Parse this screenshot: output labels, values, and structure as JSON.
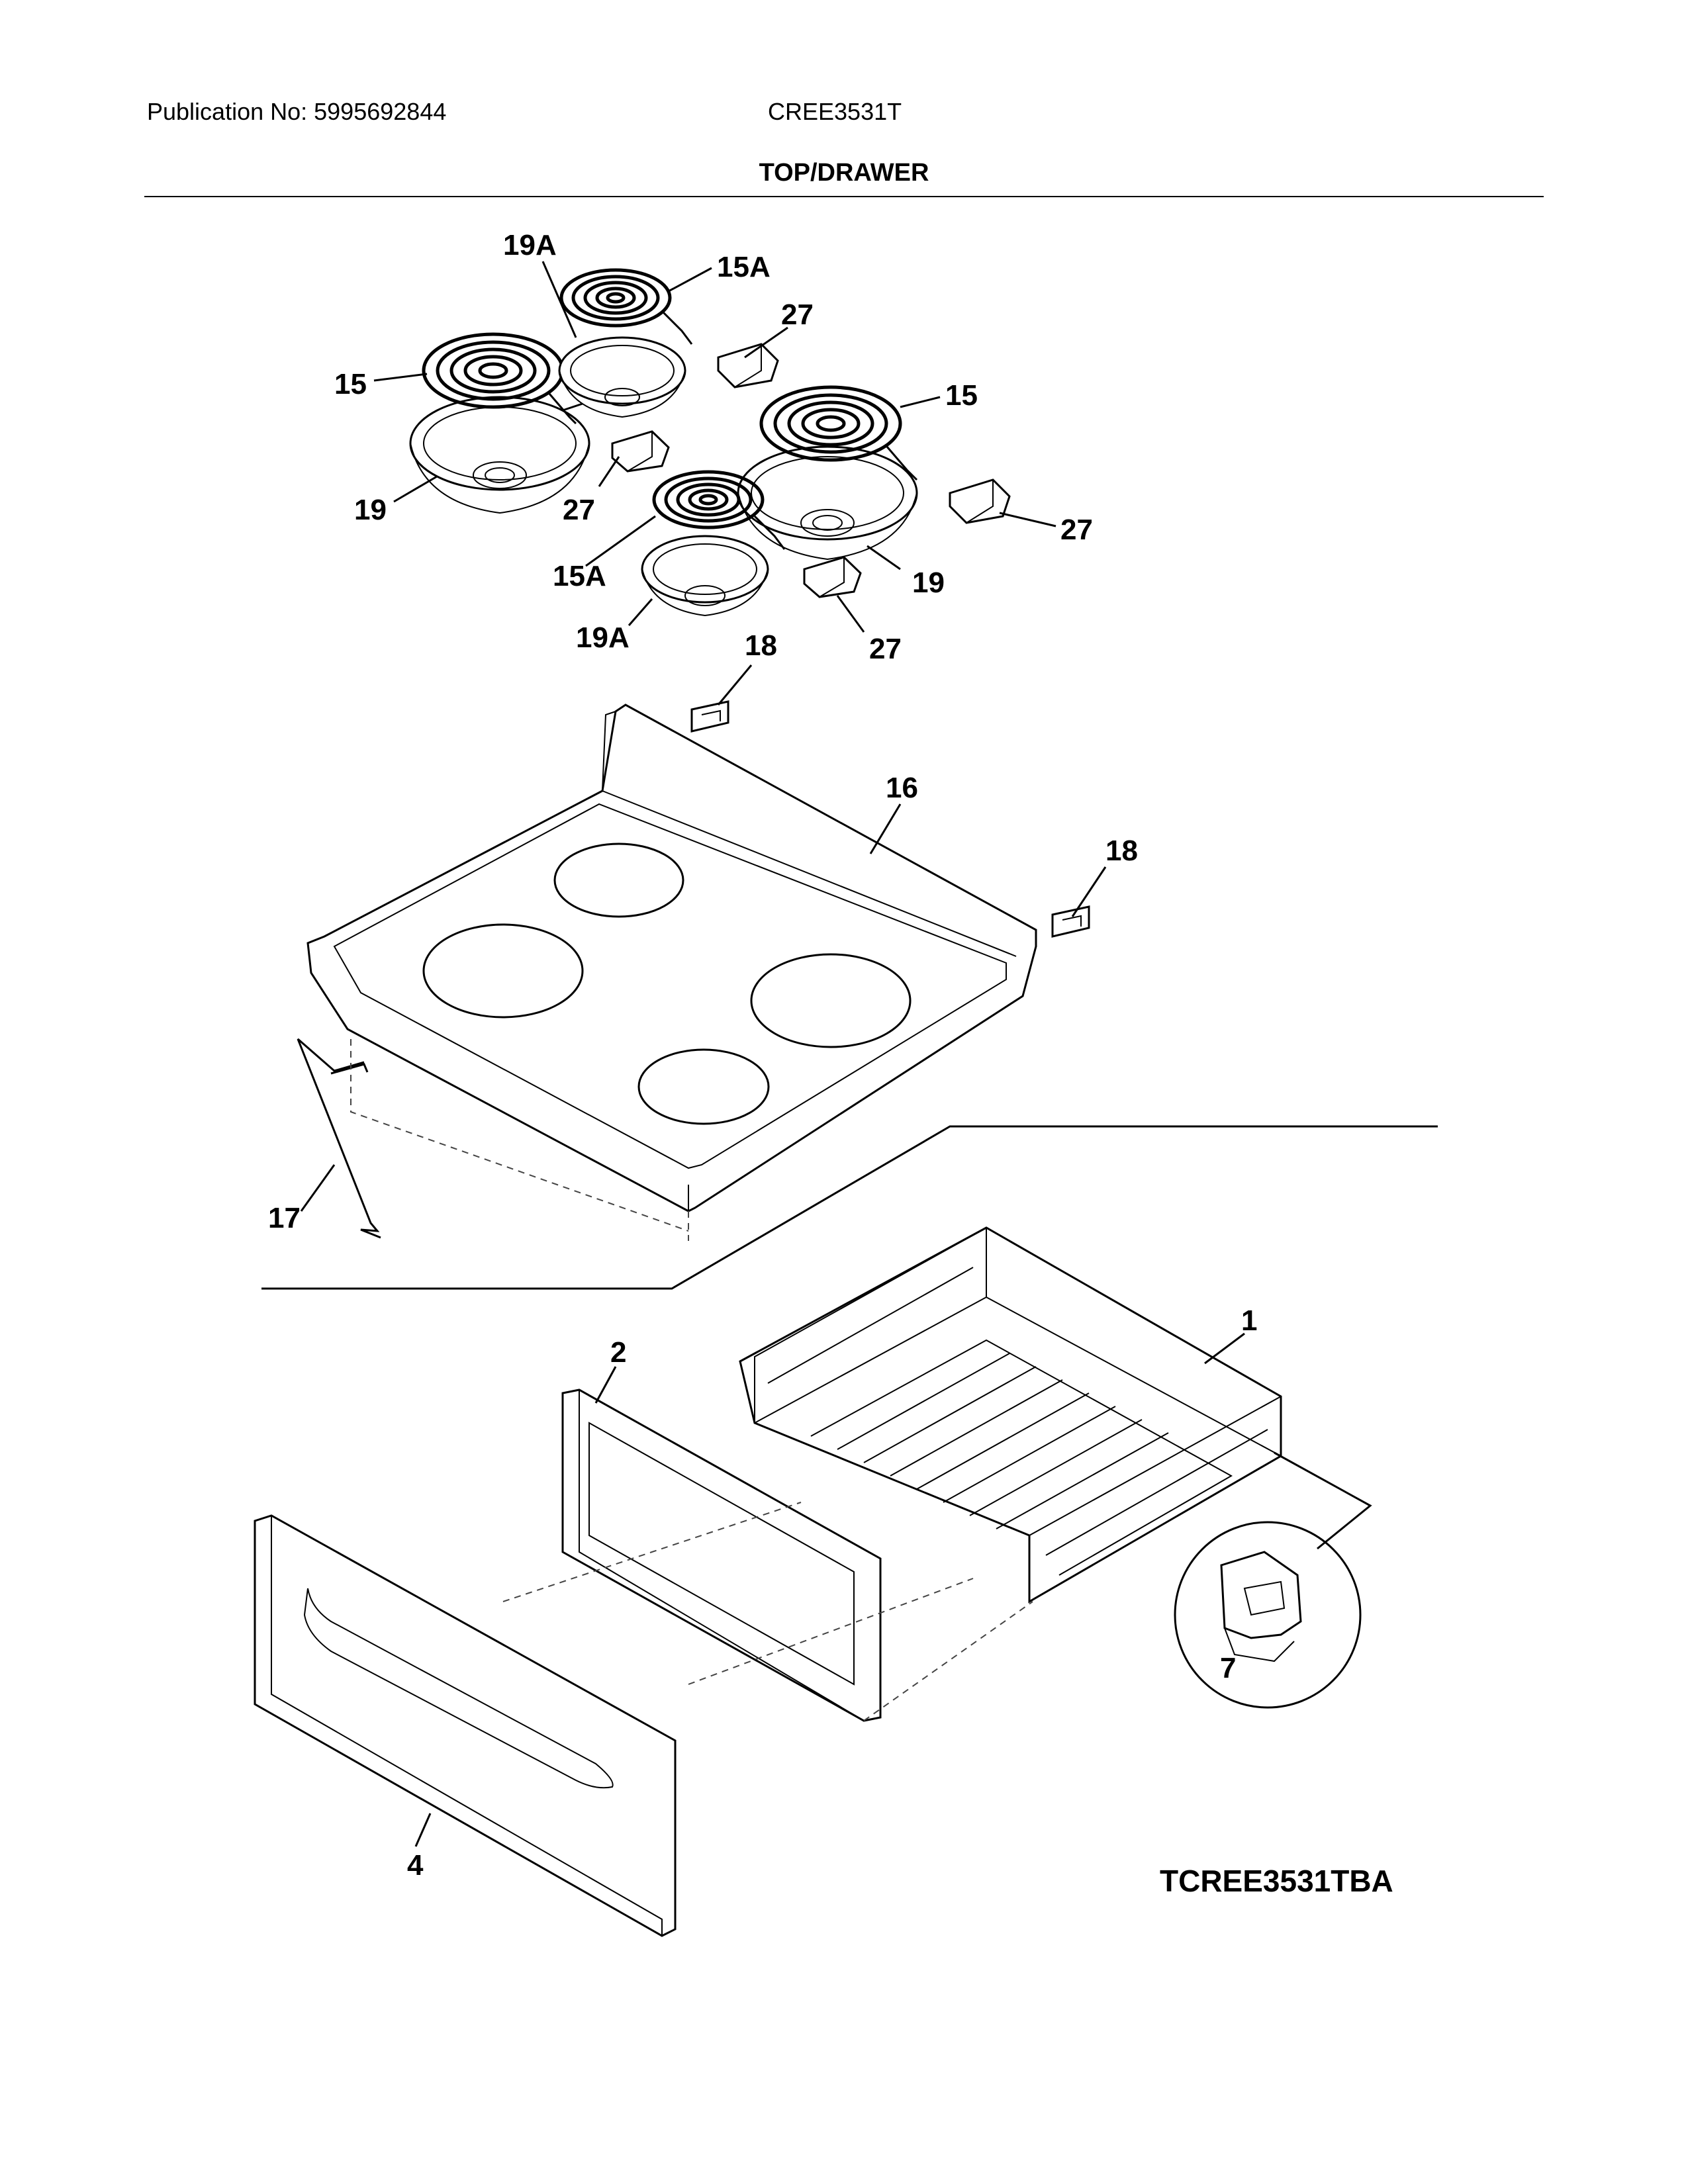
{
  "header": {
    "publication": "Publication No: 5995692844",
    "model": "CREE3531T",
    "section_title": "TOP/DRAWER"
  },
  "callouts": {
    "c19A_top": "19A",
    "c15A_top": "15A",
    "c27_top": "27",
    "c15_left": "15",
    "c15_right": "15",
    "c19_left": "19",
    "c27_mid": "27",
    "c27_right": "27",
    "c15A_bottom": "15A",
    "c19_right": "19",
    "c19A_bottom": "19A",
    "c27_bottom": "27",
    "c18_top": "18",
    "c16": "16",
    "c18_right": "18",
    "c17": "17",
    "c1": "1",
    "c2": "2",
    "c7": "7",
    "c4": "4"
  },
  "reference_code": "TCREE3531TBA"
}
